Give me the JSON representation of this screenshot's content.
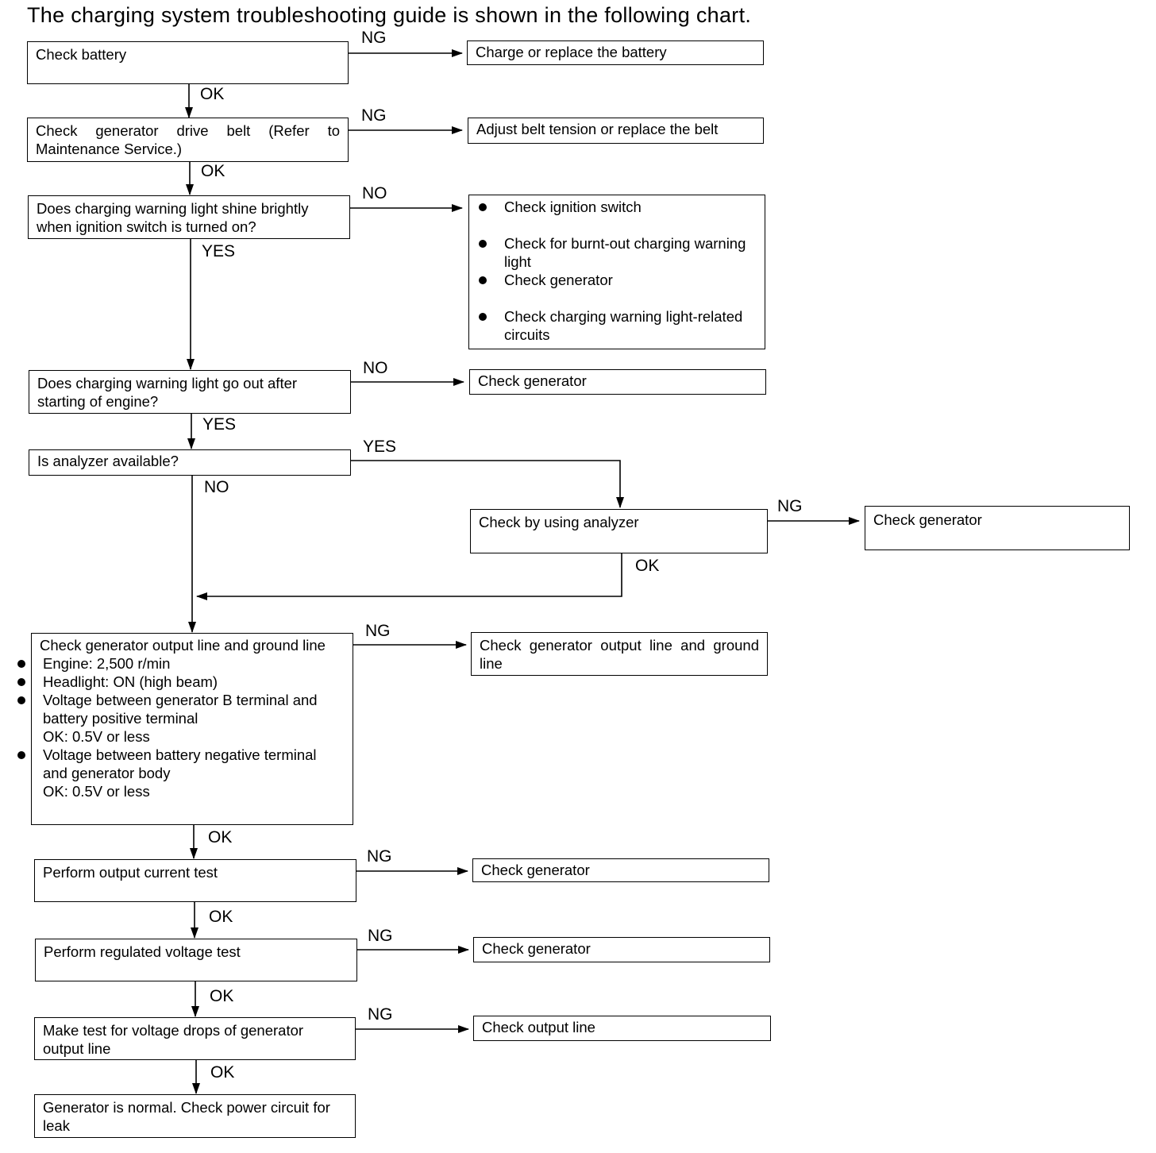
{
  "title": "The charging system troubleshooting guide is shown in the following chart.",
  "steps": {
    "s1": "Check battery",
    "s2": "Check generator drive belt (Refer to Maintenance Service.)",
    "s3": "Does charging warning light shine brightly when ignition switch is turned on?",
    "s4": "Does charging warning light go out after starting of engine?",
    "s5": "Is analyzer available?",
    "s6": "Check by using analyzer",
    "s7": {
      "title": "Check generator output line and ground line",
      "bullets": [
        {
          "text": "Engine: 2,500 r/min",
          "ok": ""
        },
        {
          "text": "Headlight: ON (high beam)",
          "ok": ""
        },
        {
          "text": "Voltage between generator B terminal and battery positive terminal",
          "ok": "OK: 0.5V or less"
        },
        {
          "text": "Voltage between battery negative terminal and generator body",
          "ok": "OK: 0.5V or less"
        }
      ]
    },
    "s8": "Perform output current test",
    "s9": "Perform regulated voltage test",
    "s10": "Make test for voltage drops of generator output line",
    "s11": "Generator is normal. Check power circuit for leak"
  },
  "results": {
    "r1": "Charge or replace the battery",
    "r2": "Adjust belt tension or replace the belt",
    "r3": [
      "Check ignition switch",
      "Check for burnt-out charging warning light",
      "Check generator",
      "Check charging warning light-related circuits"
    ],
    "r4": "Check generator",
    "r6": "Check generator",
    "r7": "Check generator output line and ground line",
    "r8": "Check generator",
    "r9": "Check generator",
    "r10": "Check output line"
  },
  "labels": {
    "ng": "NG",
    "ok": "OK",
    "no": "NO",
    "yes": "YES"
  }
}
